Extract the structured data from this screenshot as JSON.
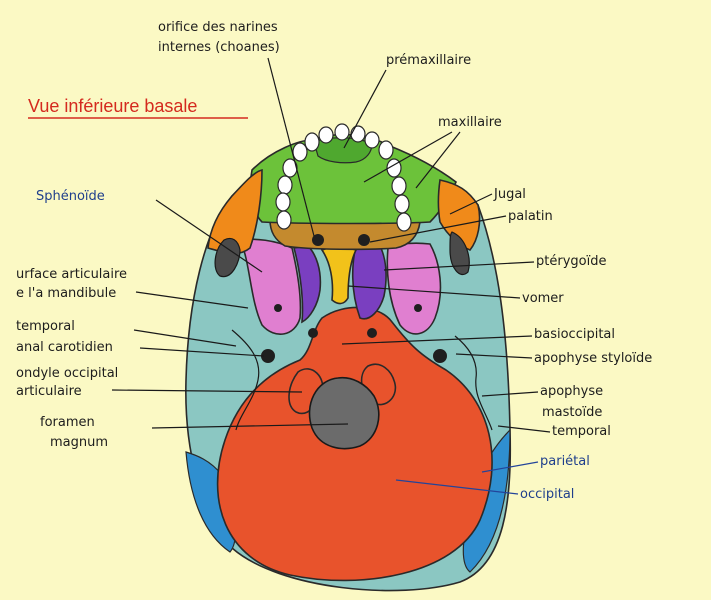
{
  "title": "Vue inférieure basale",
  "colors": {
    "background": "#fbf9c4",
    "title": "#d42a1e",
    "occipital": "#e8532c",
    "temporal": "#8bc7c2",
    "parietal": "#2f8fd0",
    "maxillaire": "#6cc23a",
    "spheno": "#e07fd0",
    "pterygoide": "#7a3fc0",
    "vomer": "#f2c21a",
    "palatin": "#c48a2e",
    "jugal": "#f08a1a",
    "foramen": "#6b6b6b"
  },
  "labels": {
    "choanes_1": "orifice des narines",
    "choanes_2": "internes (choanes)",
    "premaxillaire": "prémaxillaire",
    "maxillaire": "maxillaire",
    "jugal": "Jugal",
    "palatin": "palatin",
    "sphenoide": "Sphénoïde",
    "pterygoide": "ptérygoïde",
    "surface_1": "urface articulaire",
    "surface_2": "e l'a mandibule",
    "vomer": "vomer",
    "temporal_left": "temporal",
    "canal": "anal carotidien",
    "basioccipital": "basioccipital",
    "apophyse_styloide": "apophyse styloïde",
    "condyle_1": "ondyle occipital",
    "condyle_2": "articulaire",
    "apophyse_mastoide_1": "apophyse",
    "apophyse_mastoide_2": "mastoïde",
    "foramen_1": "foramen",
    "foramen_2": "magnum",
    "temporal_right": "temporal",
    "parietal": "pariétal",
    "occipital": "occipital"
  }
}
